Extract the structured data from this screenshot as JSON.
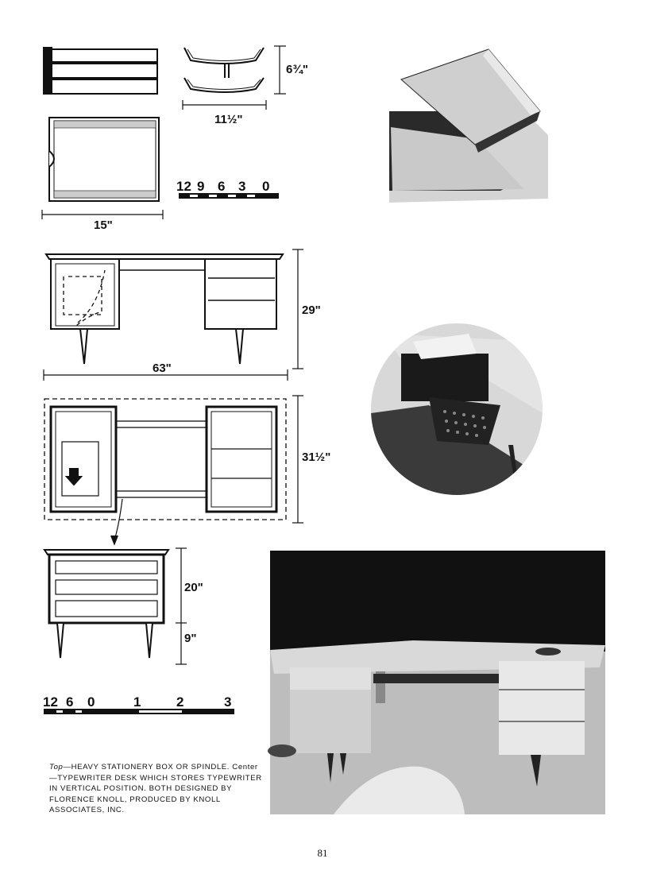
{
  "dimensions": {
    "tray_height": "6¾\"",
    "tray_width": "11½\"",
    "box_width": "15\"",
    "desk_length": "63\"",
    "desk_height": "29\"",
    "desk_depth": "31½\"",
    "pedestal_height": "20\"",
    "leg_height": "9\""
  },
  "scales": {
    "small": [
      "12",
      "9",
      "6",
      "3",
      "0"
    ],
    "large": [
      "12",
      "6",
      "0",
      "1",
      "2",
      "3"
    ]
  },
  "caption": {
    "lead": "Top",
    "text": "—HEAVY STATIONERY BOX OR SPINDLE. Center —TYPEWRITER DESK WHICH STORES TYPEWRITER IN VERTICAL POSITION. BOTH DESIGNED BY FLORENCE KNOLL, PRODUCED BY KNOLL ASSOCIATES, INC."
  },
  "page_number": "81"
}
